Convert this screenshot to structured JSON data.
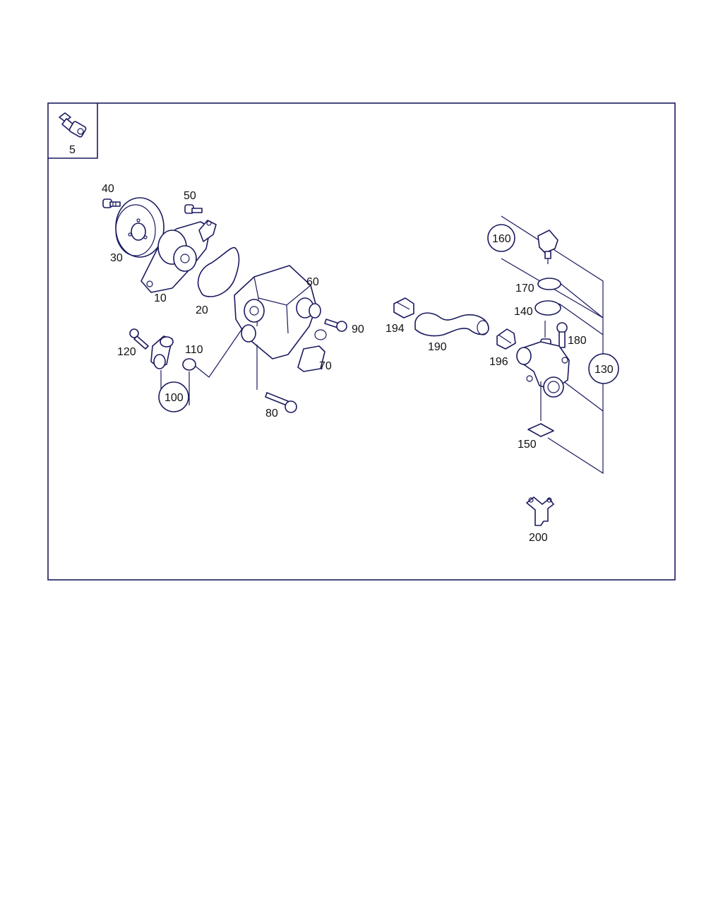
{
  "inset_label": "5",
  "callouts": {
    "p10": "10",
    "p20": "20",
    "p30": "30",
    "p40": "40",
    "p50": "50",
    "p60": "60",
    "p70": "70",
    "p80": "80",
    "p90": "90",
    "p100": "100",
    "p110": "110",
    "p120": "120",
    "p130": "130",
    "p140": "140",
    "p150": "150",
    "p160": "160",
    "p170": "170",
    "p180": "180",
    "p190": "190",
    "p194": "194",
    "p196": "196",
    "p200": "200"
  },
  "colors": {
    "line": "#1a1a5e",
    "text": "#111111",
    "background": "#ffffff"
  }
}
